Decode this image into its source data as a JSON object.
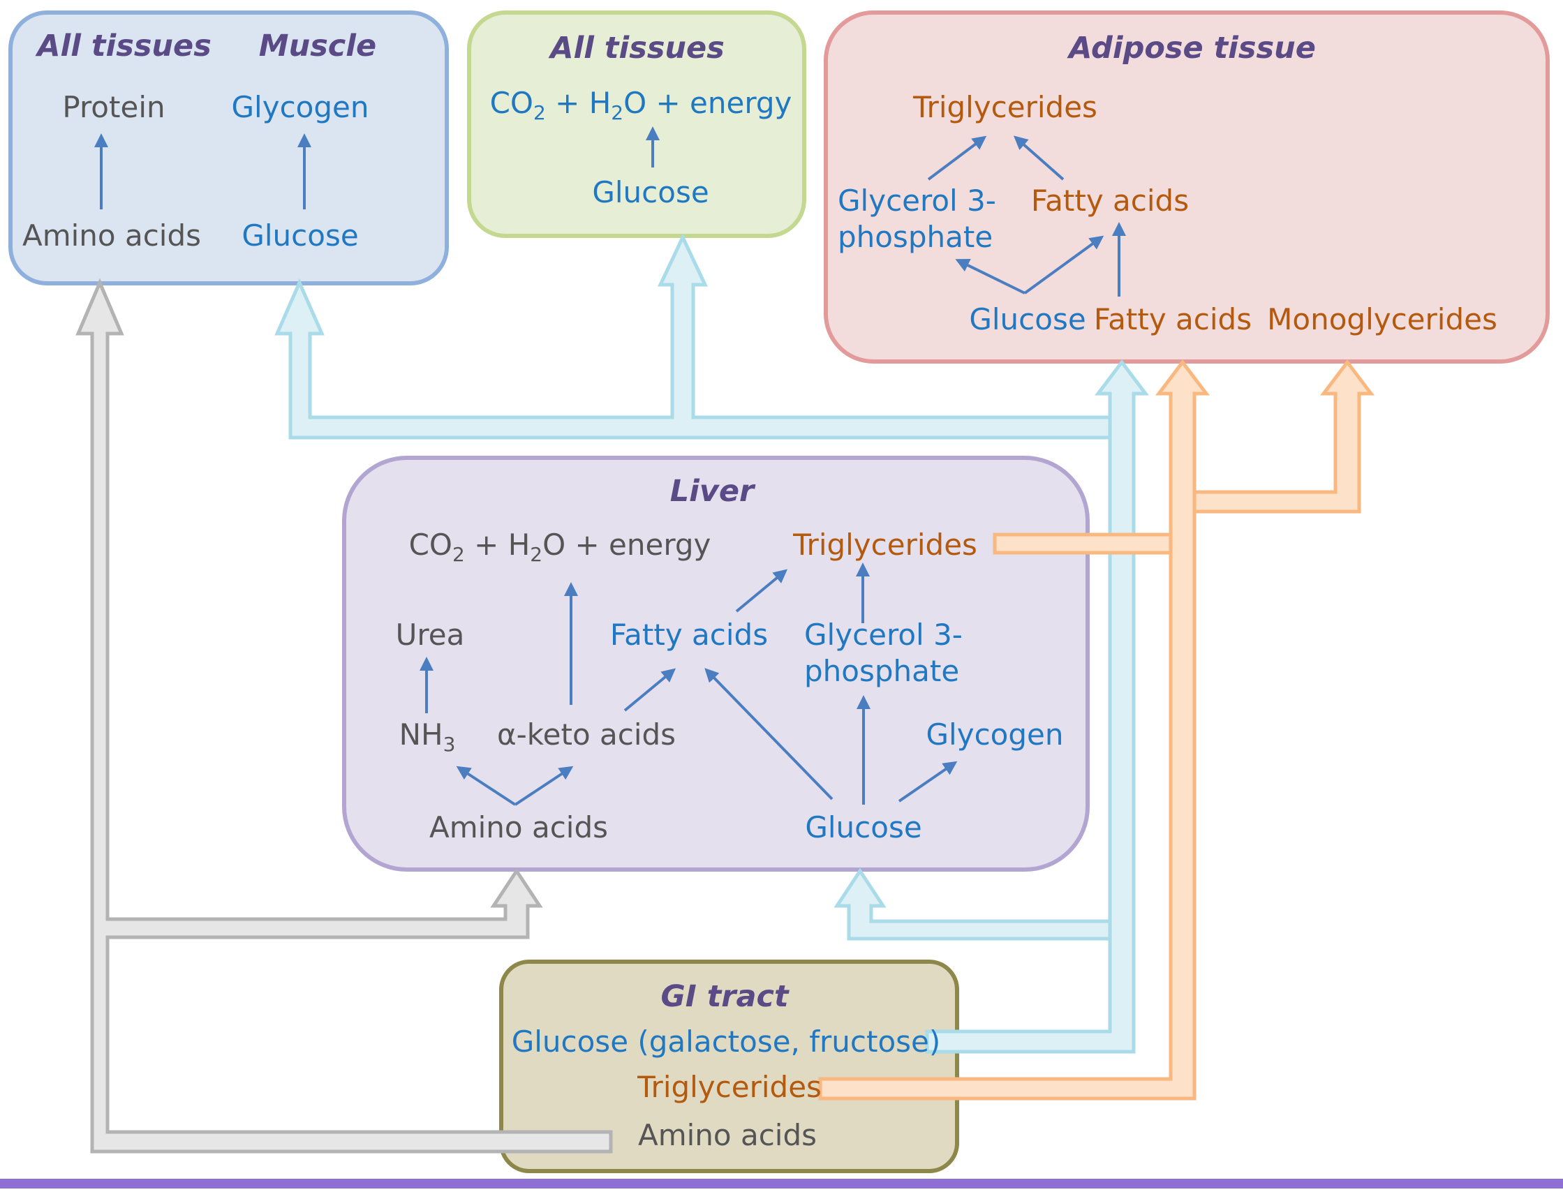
{
  "palette": {
    "muscle_fill": "#dbe5f1",
    "muscle_stroke": "#8fb0dc",
    "energy_fill": "#e6eed5",
    "energy_stroke": "#c4d88f",
    "adipose_fill": "#f3dcdc",
    "adipose_stroke": "#e29a9a",
    "liver_fill": "#e5e0ee",
    "liver_stroke": "#b3a5d2",
    "gi_fill": "#e0dac3",
    "gi_stroke": "#8d8749",
    "glucose_flow_fill": "#dcf0f6",
    "glucose_flow_stroke": "#a9dbe9",
    "tg_flow_fill": "#fde1c8",
    "tg_flow_stroke": "#f9b880",
    "aa_flow_fill": "#e6e6e6",
    "aa_flow_stroke": "#b3b3b3",
    "arrow": "#4a7ec0",
    "footer_bar": "#8e6fd3",
    "text_blue": "#1f78c1",
    "text_orange": "#b35a0f",
    "text_gray": "#555555",
    "title_purple": "#5a4a86"
  },
  "boxes": {
    "muscle": {
      "title_all": "All tissues",
      "title_muscle": "Muscle",
      "protein": "Protein",
      "glycogen": "Glycogen",
      "amino_acids": "Amino acids",
      "glucose": "Glucose"
    },
    "energy": {
      "title": "All tissues",
      "co": "CO",
      "two_a": "2",
      "plus_h": " + H",
      "two_b": "2",
      "o_energy": "O + energy",
      "glucose": "Glucose"
    },
    "adipose": {
      "title": "Adipose tissue",
      "triglycerides": "Triglycerides",
      "glycerol_1": "Glycerol 3-",
      "glycerol_2": "phosphate",
      "fatty_acids_top": "Fatty acids",
      "glucose": "Glucose",
      "fatty_acids_bottom": "Fatty acids",
      "monoglycerides": "Monoglycerides"
    },
    "liver": {
      "title": "Liver",
      "co": "CO",
      "two_a": "2",
      "plus_h": " + H",
      "two_b": "2",
      "o_energy": "O + energy",
      "triglycerides": "Triglycerides",
      "urea": "Urea",
      "fatty_acids": "Fatty acids",
      "glycerol_1": "Glycerol 3-",
      "glycerol_2": "phosphate",
      "nh": "NH",
      "three": "3",
      "keto_acids": "α-keto acids",
      "glycogen": "Glycogen",
      "amino_acids": "Amino acids",
      "glucose": "Glucose"
    },
    "gi": {
      "title": "GI tract",
      "glucose": "Glucose (galactose, fructose)",
      "triglycerides": "Triglycerides",
      "amino_acids": "Amino acids"
    }
  }
}
